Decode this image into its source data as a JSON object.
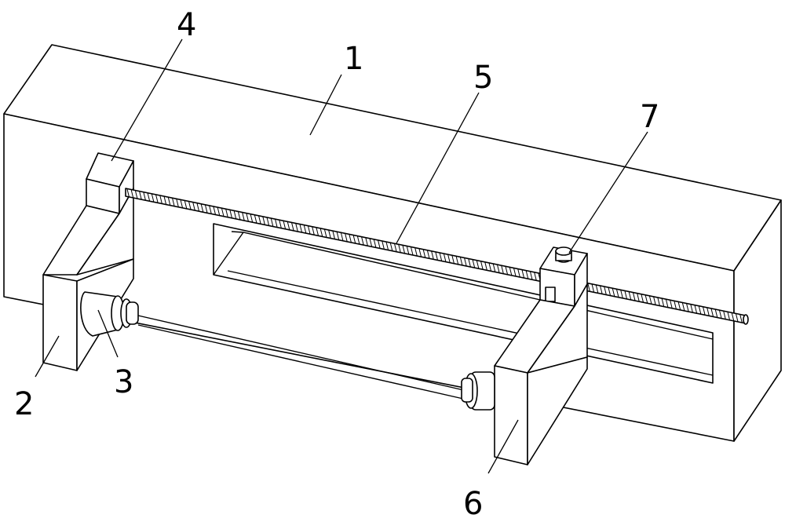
{
  "callouts": {
    "base": "1",
    "left_clamp_plate": "2",
    "left_chuck": "3",
    "motor_housing": "4",
    "lead_screw": "5",
    "right_clamp_plate": "6",
    "slider_nut": "7"
  },
  "line_color": "#000000",
  "background_color": "#ffffff"
}
